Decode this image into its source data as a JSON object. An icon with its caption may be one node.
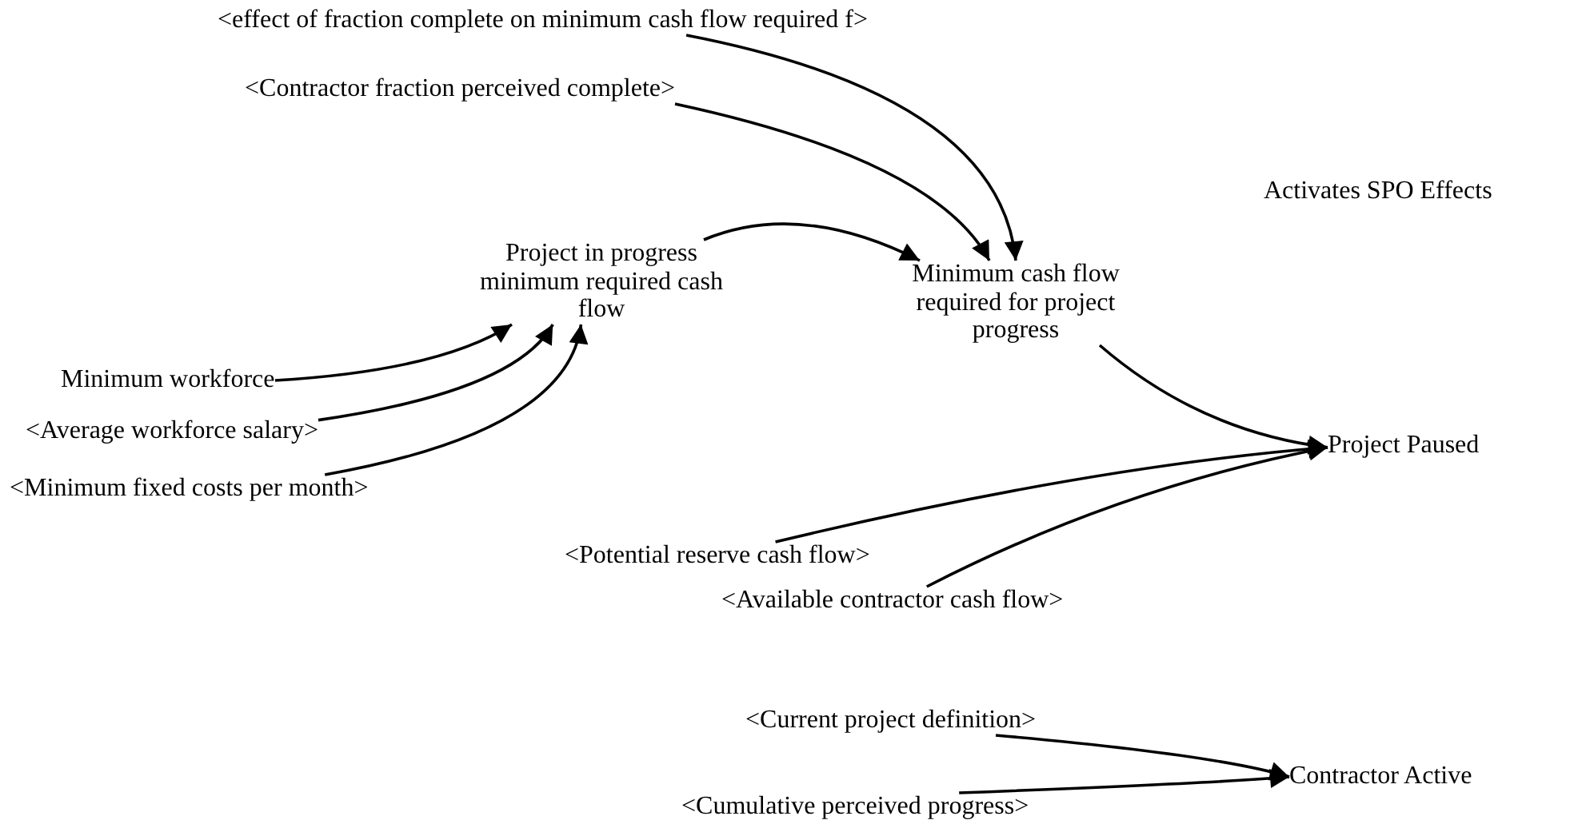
{
  "diagram": {
    "nodes": [
      {
        "text": [
          "<effect of fraction complete on minimum cash flow required f>"
        ]
      },
      {
        "text": [
          "<Contractor fraction perceived complete>"
        ]
      },
      {
        "text": [
          "Project in progress minimum required cash flow"
        ]
      },
      {
        "text": [
          "Minimum cash flow required for project progress"
        ]
      },
      {
        "text": [
          "Minimum workforce"
        ]
      },
      {
        "text": [
          "<Average workforce salary>"
        ]
      },
      {
        "text": [
          "<Minimum fixed costs per month>"
        ]
      },
      {
        "text": [
          "Project Paused"
        ]
      },
      {
        "text": [
          "<Potential reserve cash flow>"
        ]
      },
      {
        "text": [
          "<Available contractor cash flow>"
        ]
      },
      {
        "text": [
          "<Current project definition>"
        ]
      },
      {
        "text": [
          "Contractor Active"
        ]
      },
      {
        "text": [
          "<Cumulative perceived progress>"
        ]
      }
    ],
    "edges": [
      {
        "from": 0,
        "to": 3,
        "arrow": "to"
      },
      {
        "from": 1,
        "to": 3,
        "arrow": "to"
      },
      {
        "from": 2,
        "to": 3,
        "arrow": "to"
      },
      {
        "from": 4,
        "to": 2,
        "arrow": "to"
      },
      {
        "from": 5,
        "to": 2,
        "arrow": "to"
      },
      {
        "from": 6,
        "to": 2,
        "arrow": "to"
      },
      {
        "from": 3,
        "to": 7,
        "arrow": "to"
      },
      {
        "from": 8,
        "to": 7,
        "arrow": "to"
      },
      {
        "from": 9,
        "to": 7,
        "arrow": "to"
      },
      {
        "from": 10,
        "to": 11,
        "arrow": "to"
      },
      {
        "from": 12,
        "to": 11,
        "arrow": "to"
      }
    ],
    "labels": [
      "Activates SPO Effects"
    ]
  }
}
